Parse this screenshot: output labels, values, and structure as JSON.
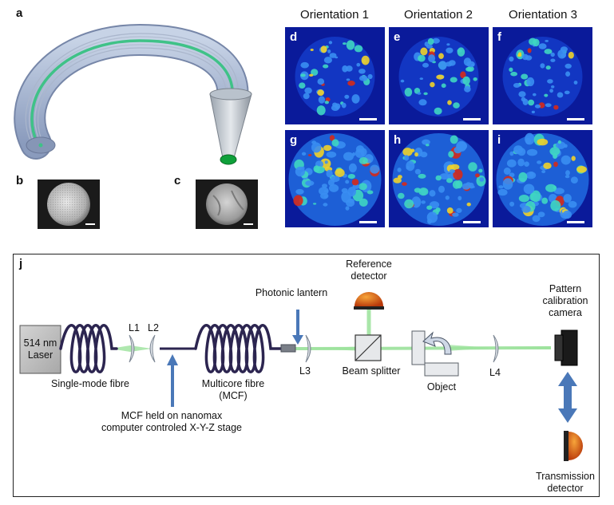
{
  "panel_labels": {
    "a": "a",
    "b": "b",
    "c": "c",
    "d": "d",
    "e": "e",
    "f": "f",
    "g": "g",
    "h": "h",
    "i": "i",
    "j": "j"
  },
  "orientations": [
    "Orientation 1",
    "Orientation 2",
    "Orientation 3"
  ],
  "setup": {
    "laser": [
      "514 nm",
      "Laser"
    ],
    "single_mode_fibre": "Single-mode fibre",
    "lens_l1": "L1",
    "lens_l2": "L2",
    "lens_l3": "L3",
    "lens_l4": "L4",
    "mcf_held": [
      "MCF held on nanomax",
      "computer controled X-Y-Z stage"
    ],
    "multicore_fibre": [
      "Multicore fibre",
      "(MCF)"
    ],
    "photonic_lantern": "Photonic lantern",
    "reference_detector": [
      "Reference",
      "detector"
    ],
    "beam_splitter": "Beam splitter",
    "object": "Object",
    "camera": [
      "Pattern",
      "calibration",
      "camera"
    ],
    "transmission_detector": [
      "Transmission",
      "detector"
    ]
  },
  "colors": {
    "fibre": "#2c2550",
    "beam": "#9be29b",
    "arrow": "#4a78b8",
    "heat_bg": "#0a1a9a",
    "detector": "#d85a12"
  }
}
